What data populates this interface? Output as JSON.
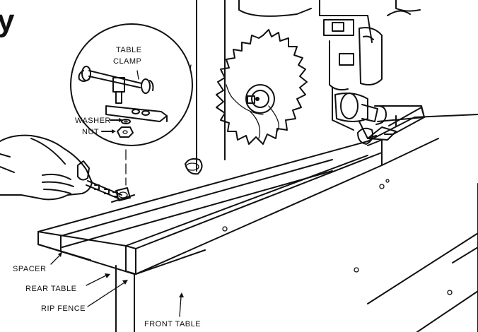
{
  "heading_fragment": "y",
  "callout": {
    "title_line1": "TABLE",
    "title_line2": "CLAMP",
    "washer": "WASHER",
    "nut": "NUT"
  },
  "labels": {
    "spacer": "SPACER",
    "rear_table": "REAR TABLE",
    "rip_fence": "RIP FENCE",
    "front_table": "FRONT TABLE"
  }
}
